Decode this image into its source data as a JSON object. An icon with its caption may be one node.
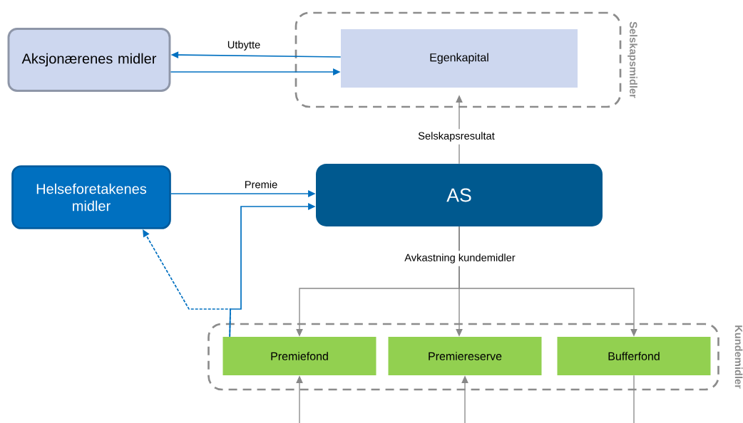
{
  "diagram": {
    "nodes": [
      {
        "text": [
          "Aksjonærenes midler"
        ]
      },
      {
        "text": [
          "Selskapsmidler"
        ]
      },
      {
        "text": [
          "Egenkapital"
        ],
        "in": 1
      },
      {
        "text": [
          "Helseforetakenes midler"
        ]
      },
      {
        "text": [
          "AS"
        ]
      },
      {
        "text": [
          "Kundemidler"
        ]
      },
      {
        "text": [
          "Premiefond"
        ],
        "in": 5
      },
      {
        "text": [
          "Premiereserve"
        ],
        "in": 5
      },
      {
        "text": [
          "Bufferfond"
        ],
        "in": 5
      }
    ],
    "edges": [
      {
        "from": 2,
        "to": 0,
        "arrow": "to",
        "label": "Utbytte",
        "color": "#0070c0"
      },
      {
        "from": 0,
        "to": 2,
        "arrow": "to",
        "color": "#0070c0"
      },
      {
        "from": 3,
        "to": 4,
        "arrow": "to",
        "label": "Premie",
        "color": "#0070c0"
      },
      {
        "from": 6,
        "to": 4,
        "arrow": "to",
        "color": "#0070c0"
      },
      {
        "from": 6,
        "to": 3,
        "arrow": "to",
        "style": "dashed",
        "color": "#0070c0"
      },
      {
        "from": 4,
        "to": 2,
        "arrow": "to",
        "label": "Selskapsresultat"
      },
      {
        "from": 4,
        "to": 6,
        "arrow": "to"
      },
      {
        "from": 4,
        "to": 7,
        "arrow": "to",
        "label": "Avkastning kundemidler"
      },
      {
        "from": 4,
        "to": 8,
        "arrow": "to"
      },
      {
        "from": null,
        "to": 6,
        "arrow": "to"
      },
      {
        "from": null,
        "to": 7,
        "arrow": "to"
      },
      {
        "from": 8,
        "to": null,
        "arrow": "none"
      }
    ]
  }
}
